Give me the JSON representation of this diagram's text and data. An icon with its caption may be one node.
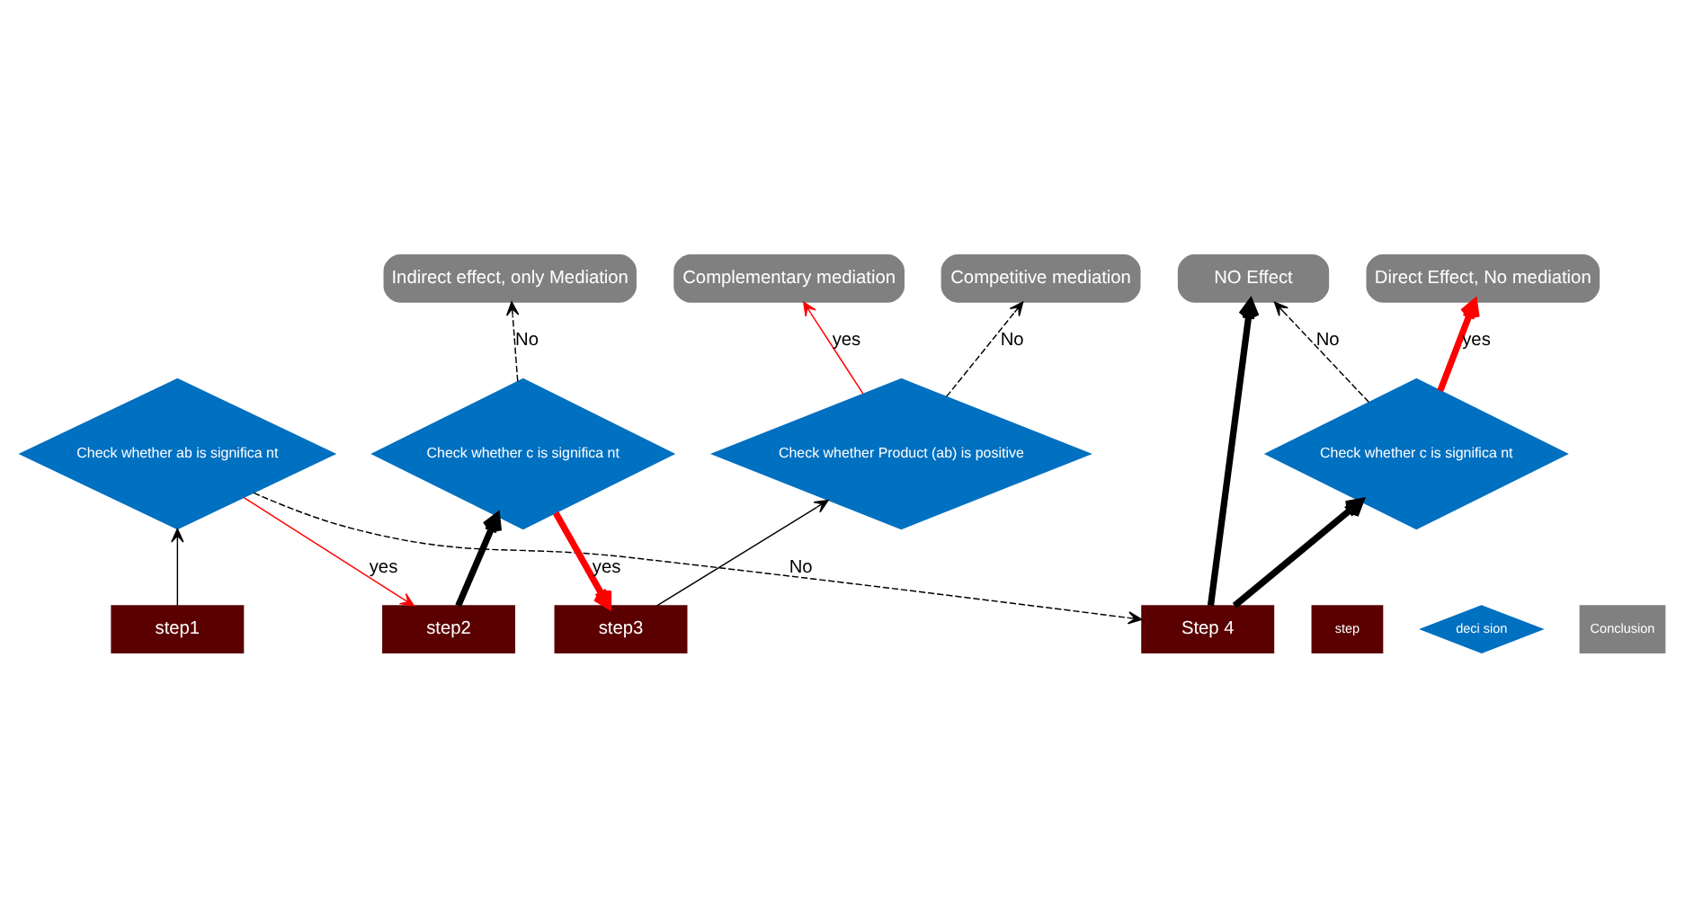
{
  "diagram": {
    "nodes": [
      {
        "text": [
          "step1"
        ]
      },
      {
        "text": [
          "Check whether ab is significa nt"
        ]
      },
      {
        "text": [
          "step2"
        ]
      },
      {
        "text": [
          "Check whether c is significa nt"
        ]
      },
      {
        "text": [
          "step3"
        ]
      },
      {
        "text": [
          "Check whether Product (ab) is positive"
        ]
      },
      {
        "text": [
          "Complementary mediation"
        ]
      },
      {
        "text": [
          "Competitive mediation"
        ]
      },
      {
        "text": [
          "Indirect effect, only Mediation"
        ]
      },
      {
        "text": [
          "Step 4"
        ]
      },
      {
        "text": [
          "Check whether c is significa nt"
        ]
      },
      {
        "text": [
          "Direct Effect, No mediation"
        ]
      },
      {
        "text": [
          "NO Effect"
        ]
      }
    ],
    "edges": [
      {
        "from": 0,
        "to": 1,
        "arrow": "to"
      },
      {
        "from": 1,
        "to": 2,
        "arrow": "to",
        "label": "yes",
        "color": "#ff0000"
      },
      {
        "from": 1,
        "to": 9,
        "arrow": "to",
        "label": "No",
        "style": "dashed"
      },
      {
        "from": 2,
        "to": 3,
        "arrow": "to",
        "style": "thick"
      },
      {
        "from": 3,
        "to": 4,
        "arrow": "to",
        "label": "yes",
        "color": "#ff0000",
        "style": "thick"
      },
      {
        "from": 3,
        "to": 8,
        "arrow": "to",
        "label": "No",
        "style": "dashed"
      },
      {
        "from": 4,
        "to": 5,
        "arrow": "to"
      },
      {
        "from": 5,
        "to": 6,
        "arrow": "to",
        "label": "yes",
        "color": "#ff0000"
      },
      {
        "from": 5,
        "to": 7,
        "arrow": "to",
        "label": "No",
        "style": "dashed"
      },
      {
        "from": 9,
        "to": 10,
        "arrow": "to",
        "style": "thick"
      },
      {
        "from": 10,
        "to": 11,
        "arrow": "to",
        "label": "yes",
        "color": "#ff0000",
        "style": "thick"
      },
      {
        "from": 10,
        "to": 12,
        "arrow": "to",
        "label": "No",
        "style": "dashed"
      },
      {
        "from": 9,
        "to": 12,
        "arrow": "to",
        "style": "thick"
      }
    ],
    "legend": [
      {
        "text": "step",
        "color": "#5a0000"
      },
      {
        "text": "deci sion",
        "color": "#0070c0"
      },
      {
        "text": "Conclusion",
        "color": "#808080"
      }
    ]
  }
}
